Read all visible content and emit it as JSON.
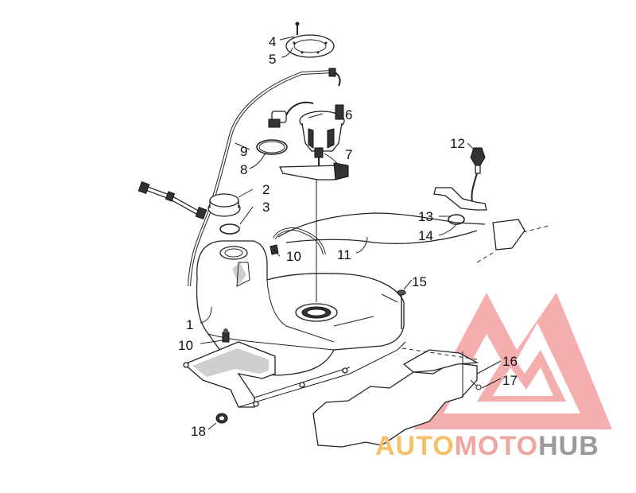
{
  "diagram": {
    "callouts": [
      {
        "id": "c4",
        "label": "4"
      },
      {
        "id": "c5",
        "label": "5"
      },
      {
        "id": "c6",
        "label": "6"
      },
      {
        "id": "c7",
        "label": "7"
      },
      {
        "id": "c9",
        "label": "9"
      },
      {
        "id": "c8",
        "label": "8"
      },
      {
        "id": "c2",
        "label": "2"
      },
      {
        "id": "c3",
        "label": "3"
      },
      {
        "id": "c12",
        "label": "12"
      },
      {
        "id": "c13",
        "label": "13"
      },
      {
        "id": "c14",
        "label": "14"
      },
      {
        "id": "c10a",
        "label": "10"
      },
      {
        "id": "c11",
        "label": "11"
      },
      {
        "id": "c15",
        "label": "15"
      },
      {
        "id": "c1",
        "label": "1"
      },
      {
        "id": "c10b",
        "label": "10"
      },
      {
        "id": "c16",
        "label": "16"
      },
      {
        "id": "c17",
        "label": "17"
      },
      {
        "id": "c18",
        "label": "18"
      }
    ]
  },
  "watermark": {
    "part1": "AUTO",
    "part2": "MOTO",
    "part3": "HUB",
    "colors": {
      "auto": "#f5c06a",
      "moto": "#f0a6a0",
      "hub": "#9a9a9a",
      "triangle": "#f08080"
    }
  }
}
